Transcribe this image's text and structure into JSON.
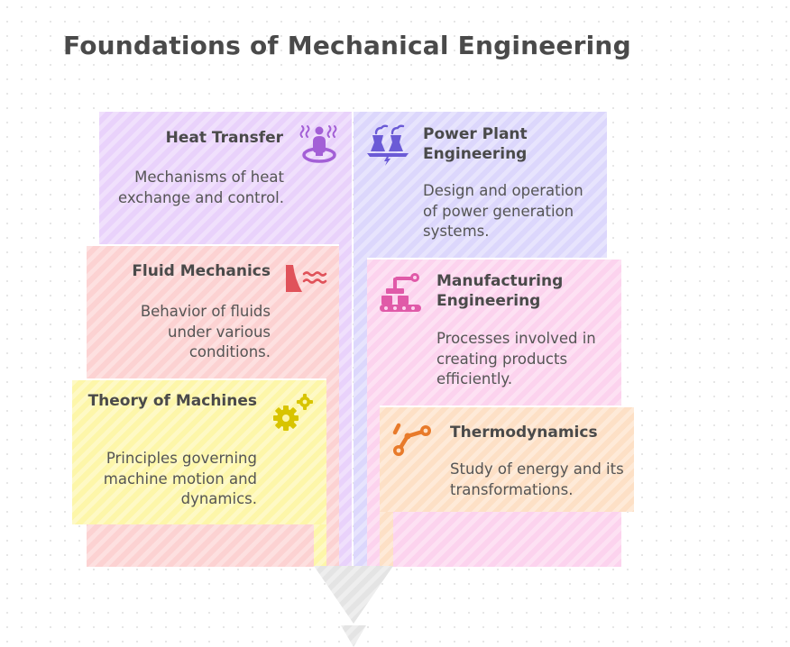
{
  "title": "Foundations of Mechanical Engineering",
  "items": {
    "heat_transfer": {
      "heading": "Heat Transfer",
      "description": "Mechanisms of heat exchange and control.",
      "icon": "heat-person-icon",
      "color": "#e9d2fb",
      "accent": "#a35fd6"
    },
    "fluid_mechanics": {
      "heading": "Fluid Mechanics",
      "description": "Behavior of fluids under various conditions.",
      "icon": "dam-waves-icon",
      "color": "#fcd2d2",
      "accent": "#e0525a"
    },
    "theory_of_machines": {
      "heading": "Theory of Machines",
      "description": "Principles governing machine motion and dynamics.",
      "icon": "gears-icon",
      "color": "#fdf6a9",
      "accent": "#d8c400"
    },
    "power_plant": {
      "heading": "Power Plant Engineering",
      "description": "Design and operation of power generation systems.",
      "icon": "power-plant-icon",
      "color": "#dcd7fc",
      "accent": "#6b5bd6"
    },
    "manufacturing": {
      "heading": "Manufacturing Engineering",
      "description": "Processes involved in creating products efficiently.",
      "icon": "robot-arm-conveyor-icon",
      "color": "#fcd3ee",
      "accent": "#e05aa8"
    },
    "thermodynamics": {
      "heading": "Thermodynamics",
      "description": "Study of energy and its transformations.",
      "icon": "linkage-icon",
      "color": "#fde0c6",
      "accent": "#e87a2a"
    }
  },
  "funnel_color": "#e6e6e6"
}
